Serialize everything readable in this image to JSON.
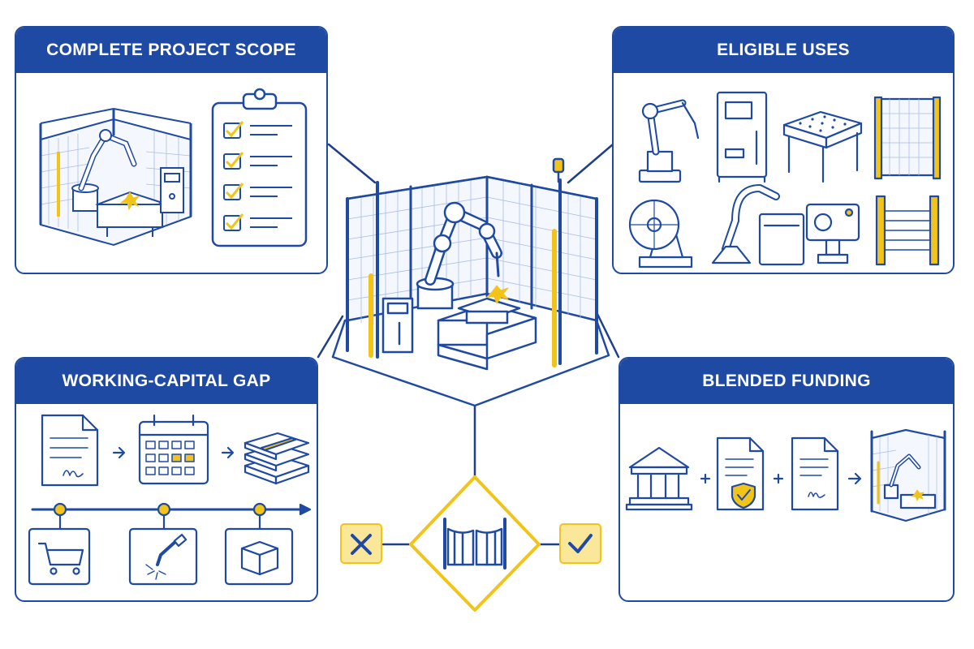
{
  "panels": {
    "scope": {
      "title": "COMPLETE PROJECT SCOPE",
      "icons": [
        "robot-cell-icon",
        "clipboard-checklist-icon",
        "checkbox-checked-icon"
      ]
    },
    "uses": {
      "title": "ELIGIBLE USES",
      "icons": [
        "robot-arm-icon",
        "control-cabinet-icon",
        "welding-table-icon",
        "safety-fence-icon",
        "positioner-icon",
        "fume-extractor-icon",
        "camera-sensor-icon",
        "light-curtain-icon"
      ]
    },
    "gap": {
      "title": "WORKING-CAPITAL GAP",
      "icons": [
        "signed-contract-icon",
        "calendar-icon",
        "cash-stack-icon",
        "shopping-cart-icon",
        "welding-torch-icon",
        "package-box-icon",
        "timeline-arrow-icon"
      ]
    },
    "funding": {
      "title": "BLENDED FUNDING",
      "icons": [
        "bank-icon",
        "guarantee-document-icon",
        "signed-agreement-icon",
        "robot-cell-icon"
      ]
    }
  },
  "center": {
    "icons": [
      "robotic-welding-cell-icon",
      "gate-icon",
      "reject-x-icon",
      "approve-check-icon"
    ]
  },
  "colors": {
    "primary": "#1f4aa3",
    "accent": "#f2c41a",
    "accent_light": "#fbe79a",
    "line": "#1f3f8a",
    "white": "#ffffff"
  }
}
